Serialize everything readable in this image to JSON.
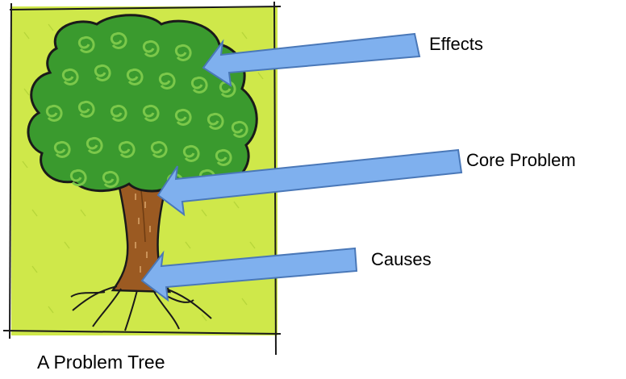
{
  "diagram": {
    "labels": {
      "effects": "Effects",
      "core_problem": "Core Problem",
      "causes": "Causes"
    },
    "caption": "A Problem Tree"
  },
  "colors": {
    "background_panel": "#cfe84a",
    "foliage": "#3a9a2e",
    "foliage_swirl": "#7bc84a",
    "trunk": "#9b5a22",
    "arrow_fill": "#7fb0ee",
    "arrow_stroke": "#4a78b8",
    "outline": "#1a1a1a"
  }
}
